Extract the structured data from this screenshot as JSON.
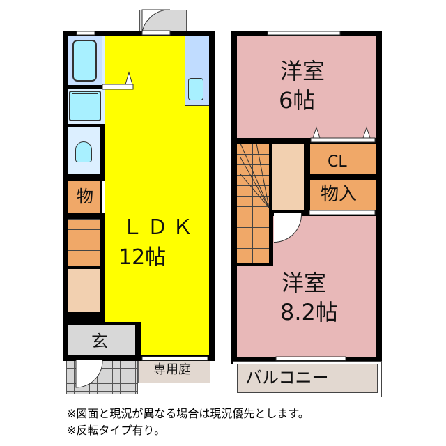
{
  "floor1": {
    "ldk": {
      "name": "ＬＤＫ",
      "size": "12帖",
      "color": "#ffff00"
    },
    "storage": {
      "name": "物",
      "color": "#f0a868"
    },
    "entrance": {
      "name": "玄",
      "color": "#d8d8d8"
    },
    "garden": {
      "name": "専用庭",
      "color": "#e2d8d0"
    },
    "wet_area_color": "#dcefff",
    "fixture_color": "#a8f0ff",
    "stair_color": "#f0a868",
    "hall_color": "#f2d0b0"
  },
  "floor2": {
    "bedroom_upper": {
      "name": "洋室",
      "size": "6帖",
      "color": "#e8b8b8"
    },
    "bedroom_lower": {
      "name": "洋室",
      "size": "8.2帖",
      "color": "#e8b8b8"
    },
    "closet": {
      "name": "CL",
      "color": "#f0a868"
    },
    "storage": {
      "name": "物入",
      "color": "#f0a868"
    },
    "balcony": {
      "name": "バルコニー",
      "color": "#e2d8d0"
    }
  },
  "notes": [
    "※図面と現況が異なる場合は現況優先とします。",
    "※反転タイプ有り。"
  ]
}
